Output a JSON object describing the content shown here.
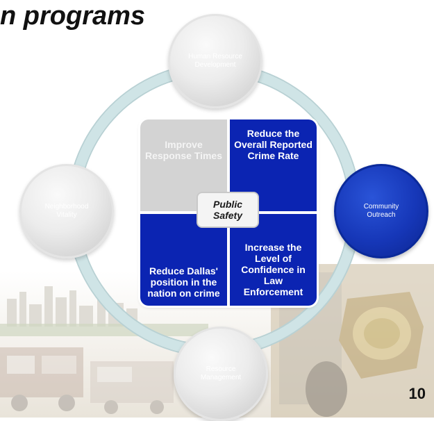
{
  "title": "n programs",
  "center_label": "Public Safety",
  "quadrants": {
    "top_left": "Improve Response Times",
    "top_right": "Reduce the Overall Reported Crime Rate",
    "bottom_left": "Reduce Dallas' position in the nation on crime",
    "bottom_right": "Increase the Level of Confidence in Law Enforcement"
  },
  "nodes": {
    "top": "Human Resource Development",
    "left": "Neighborhood Vitality",
    "right": "Community Outreach",
    "bottom": "Resource Management"
  },
  "page_number": "10",
  "colors": {
    "blue": "#0b24b2",
    "grey": "#d3d3d3",
    "ring": "#cfe4e6"
  }
}
